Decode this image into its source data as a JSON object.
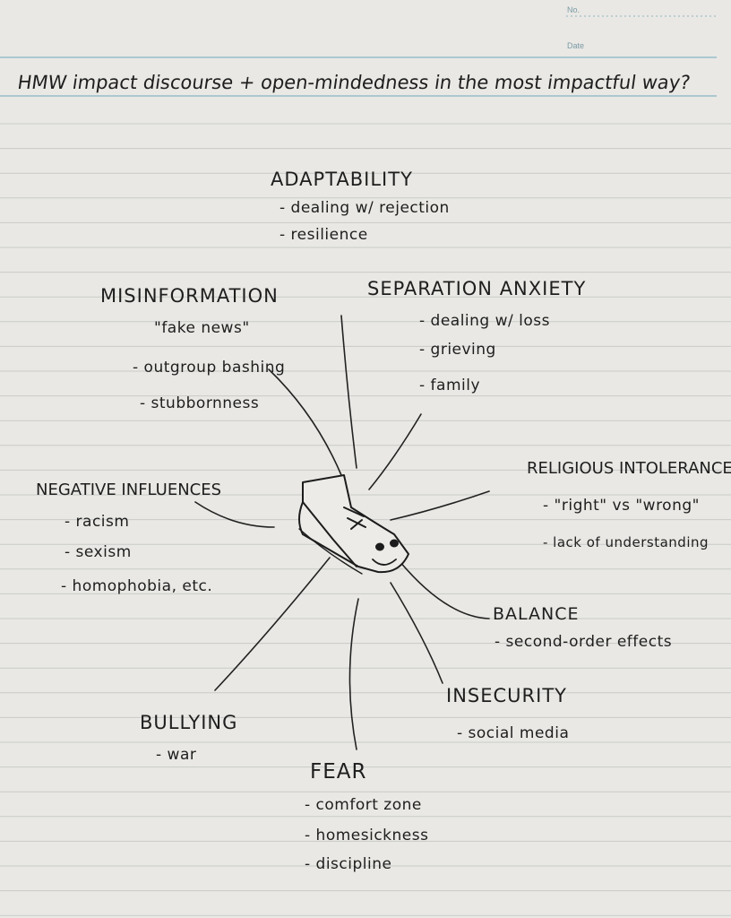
{
  "header": {
    "no_label": "No.",
    "date_label": "Date"
  },
  "question": "HMW impact discourse + open-mindedness in the most impactful way?",
  "clusters": {
    "adaptability": {
      "title": "ADAPTABILITY",
      "items": [
        "- dealing w/ rejection",
        "- resilience"
      ]
    },
    "separation_anxiety": {
      "title": "SEPARATION ANXIETY",
      "items": [
        "- dealing w/ loss",
        "- grieving",
        "- family"
      ]
    },
    "misinformation": {
      "title": "MISINFORMATION",
      "items": [
        "\"fake news\"",
        "- outgroup bashing",
        "- stubbornness"
      ]
    },
    "religious_intolerance": {
      "title": "RELIGIOUS INTOLERANCE",
      "items": [
        "- \"right\" vs \"wrong\"",
        "- lack of understanding"
      ]
    },
    "negative_influences": {
      "title": "NEGATIVE INFLUENCES",
      "items": [
        "- racism",
        "- sexism",
        "- homophobia, etc."
      ]
    },
    "balance": {
      "title": "BALANCE",
      "items": [
        "- second-order effects"
      ]
    },
    "insecurity": {
      "title": "INSECURITY",
      "items": [
        "- social media"
      ]
    },
    "bullying": {
      "title": "BULLYING",
      "items": [
        "- war"
      ]
    },
    "fear": {
      "title": "FEAR",
      "items": [
        "- comfort zone",
        "- homesickness",
        "- discipline"
      ]
    }
  },
  "colors": {
    "paper": "#e9e8e4",
    "rule": "#c9cbc8",
    "header_rule": "#7fb0bf",
    "ink": "#1e1e1e"
  }
}
